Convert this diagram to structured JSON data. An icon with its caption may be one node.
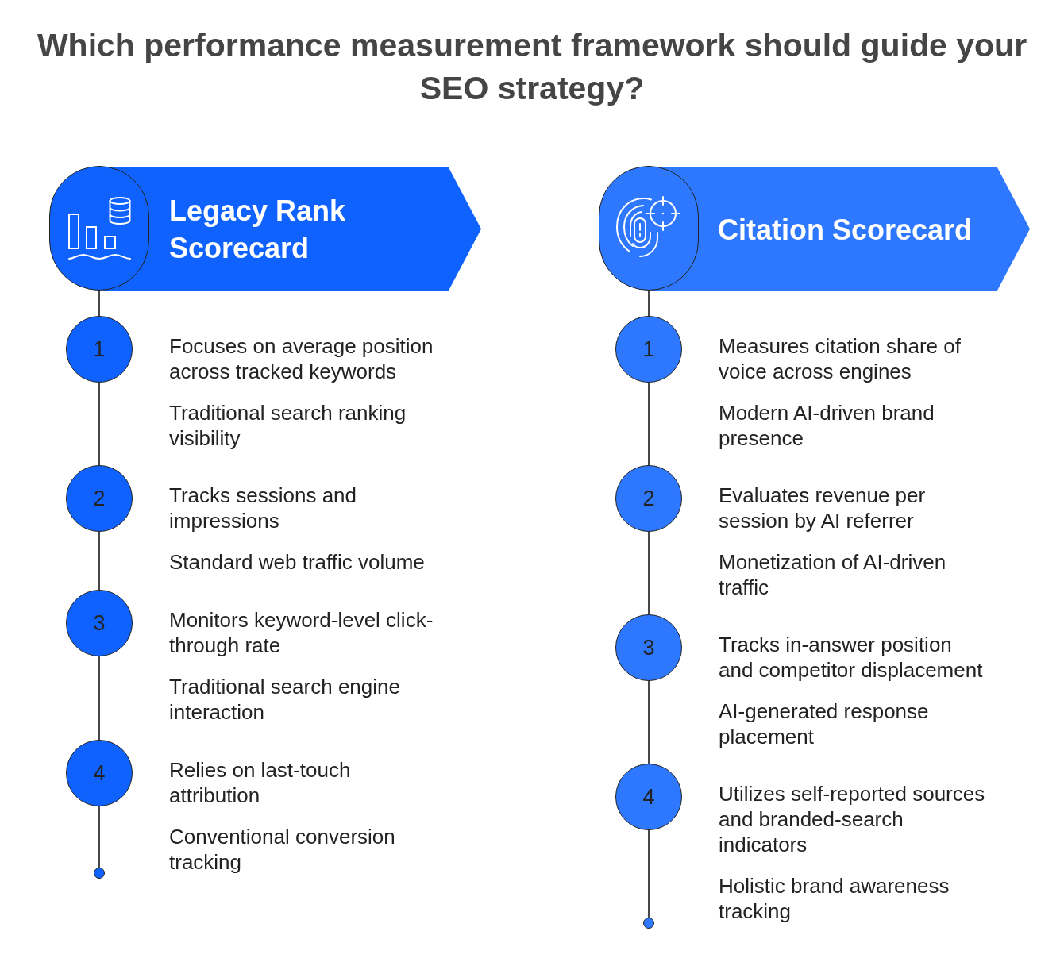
{
  "diagram": {
    "title": "Which performance measurement framework should guide your SEO strategy?",
    "nodes": [
      {
        "text": [],
        "shape": "circle"
      },
      {
        "text": [
          "Legacy Rank Scorecard"
        ]
      },
      {
        "text": [
          "1"
        ],
        "beside": [
          "Focuses on average position across tracked keywords",
          "Traditional search ranking visibility"
        ]
      },
      {
        "text": [
          "2"
        ],
        "beside": [
          "Tracks sessions and impressions",
          "Standard web traffic volume"
        ]
      },
      {
        "text": [
          "3"
        ],
        "beside": [
          "Monitors keyword-level click-through rate",
          "Traditional search engine interaction"
        ]
      },
      {
        "text": [
          "4"
        ],
        "beside": [
          "Relies on last-touch attribution",
          "Conventional conversion tracking"
        ]
      },
      {
        "text": [],
        "shape": "circle"
      },
      {
        "text": [],
        "shape": "circle"
      },
      {
        "text": [
          "Citation Scorecard"
        ]
      },
      {
        "text": [
          "1"
        ],
        "beside": [
          "Measures citation share of voice across engines",
          "Modern AI-driven brand presence"
        ]
      },
      {
        "text": [
          "2"
        ],
        "beside": [
          "Evaluates revenue per session by AI referrer",
          "Monetization of AI-driven traffic"
        ]
      },
      {
        "text": [
          "3"
        ],
        "beside": [
          "Tracks in-answer position and competitor displacement",
          "AI-generated response placement"
        ]
      },
      {
        "text": [
          "4"
        ],
        "beside": [
          "Utilizes self-reported sources and branded-search indicators",
          "Holistic brand awareness tracking"
        ]
      },
      {
        "text": [],
        "shape": "circle"
      }
    ],
    "edges": [
      {
        "from": 0,
        "to": 2,
        "arrow": "none"
      },
      {
        "from": 2,
        "to": 3,
        "arrow": "none"
      },
      {
        "from": 3,
        "to": 4,
        "arrow": "none"
      },
      {
        "from": 4,
        "to": 5,
        "arrow": "none"
      },
      {
        "from": 5,
        "to": 6,
        "arrow": "none"
      },
      {
        "from": 7,
        "to": 9,
        "arrow": "none"
      },
      {
        "from": 9,
        "to": 10,
        "arrow": "none"
      },
      {
        "from": 10,
        "to": 11,
        "arrow": "none"
      },
      {
        "from": 11,
        "to": 12,
        "arrow": "none"
      },
      {
        "from": 12,
        "to": 13,
        "arrow": "none"
      }
    ]
  }
}
